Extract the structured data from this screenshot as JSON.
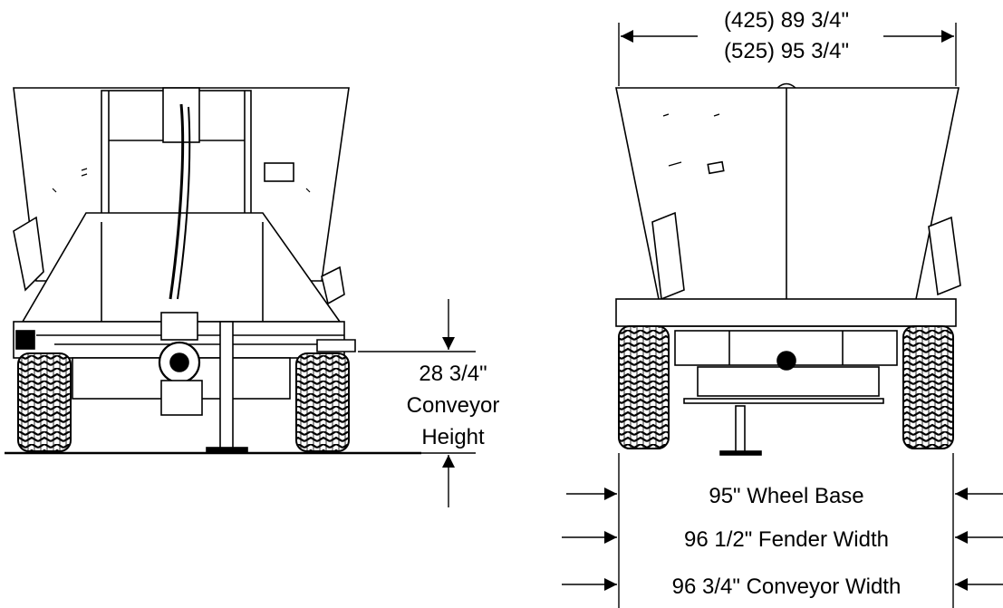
{
  "top_dimension": {
    "line1": "(425) 89 3/4\"",
    "line2": "(525) 95 3/4\""
  },
  "conveyor_height": {
    "line1": "28 3/4\"",
    "line2": "Conveyor",
    "line3": "Height"
  },
  "widths": {
    "wheel_base": "95\" Wheel Base",
    "fender_width": "96 1/2\" Fender Width",
    "conveyor_width": "96 3/4\" Conveyor Width"
  }
}
